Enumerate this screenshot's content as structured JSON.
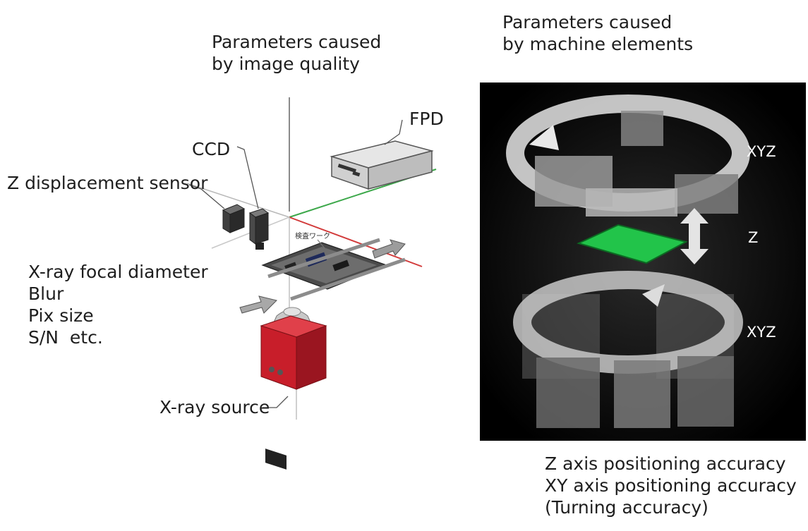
{
  "left_panel": {
    "heading": [
      "Parameters caused",
      "by image quality"
    ],
    "labels": {
      "fpd": "FPD",
      "ccd": "CCD",
      "z_sensor": "Z displacement sensor",
      "xray_source": "X-ray source",
      "board_tag": "検査ワーク"
    },
    "parameters": [
      "X-ray focal diameter",
      "Blur",
      "Pix size",
      "S/N  etc."
    ]
  },
  "right_panel": {
    "heading": [
      "Parameters caused",
      "by machine elements"
    ],
    "photo_labels": {
      "top_rotation": "XYZ",
      "lift": "Z",
      "bottom_rotation": "XYZ"
    },
    "caption": [
      "Z axis positioning accuracy",
      "XY axis positioning accuracy",
      "(Turning accuracy)"
    ]
  },
  "colors": {
    "pcb_green": "#22c44a",
    "xray_box_red": "#c81e2a",
    "axis_red": "#d23a3a",
    "axis_green": "#3ca84a",
    "axis_gray": "#8a8a8a"
  }
}
